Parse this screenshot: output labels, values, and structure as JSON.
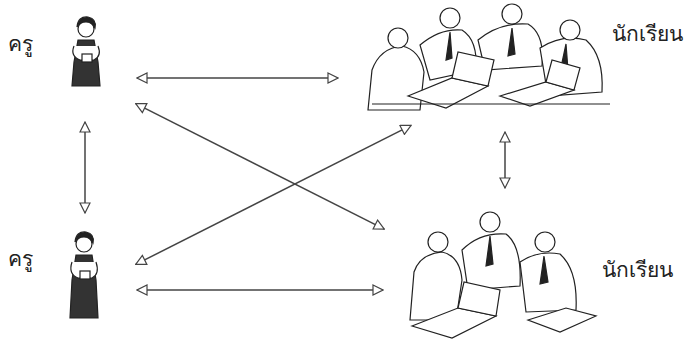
{
  "diagram": {
    "nodes": [
      {
        "text": [
          "ครู"
        ]
      },
      {
        "text": [
          "นักเรียน"
        ]
      },
      {
        "text": [
          "ครู"
        ]
      },
      {
        "text": [
          "นักเรียน"
        ]
      }
    ],
    "edges": [
      {
        "from": 0,
        "to": 1,
        "arrow": "both"
      },
      {
        "from": 0,
        "to": 2,
        "arrow": "both"
      },
      {
        "from": 1,
        "to": 3,
        "arrow": "both"
      },
      {
        "from": 0,
        "to": 3,
        "arrow": "both"
      },
      {
        "from": 2,
        "to": 1,
        "arrow": "both"
      },
      {
        "from": 2,
        "to": 3,
        "arrow": "both"
      }
    ]
  }
}
